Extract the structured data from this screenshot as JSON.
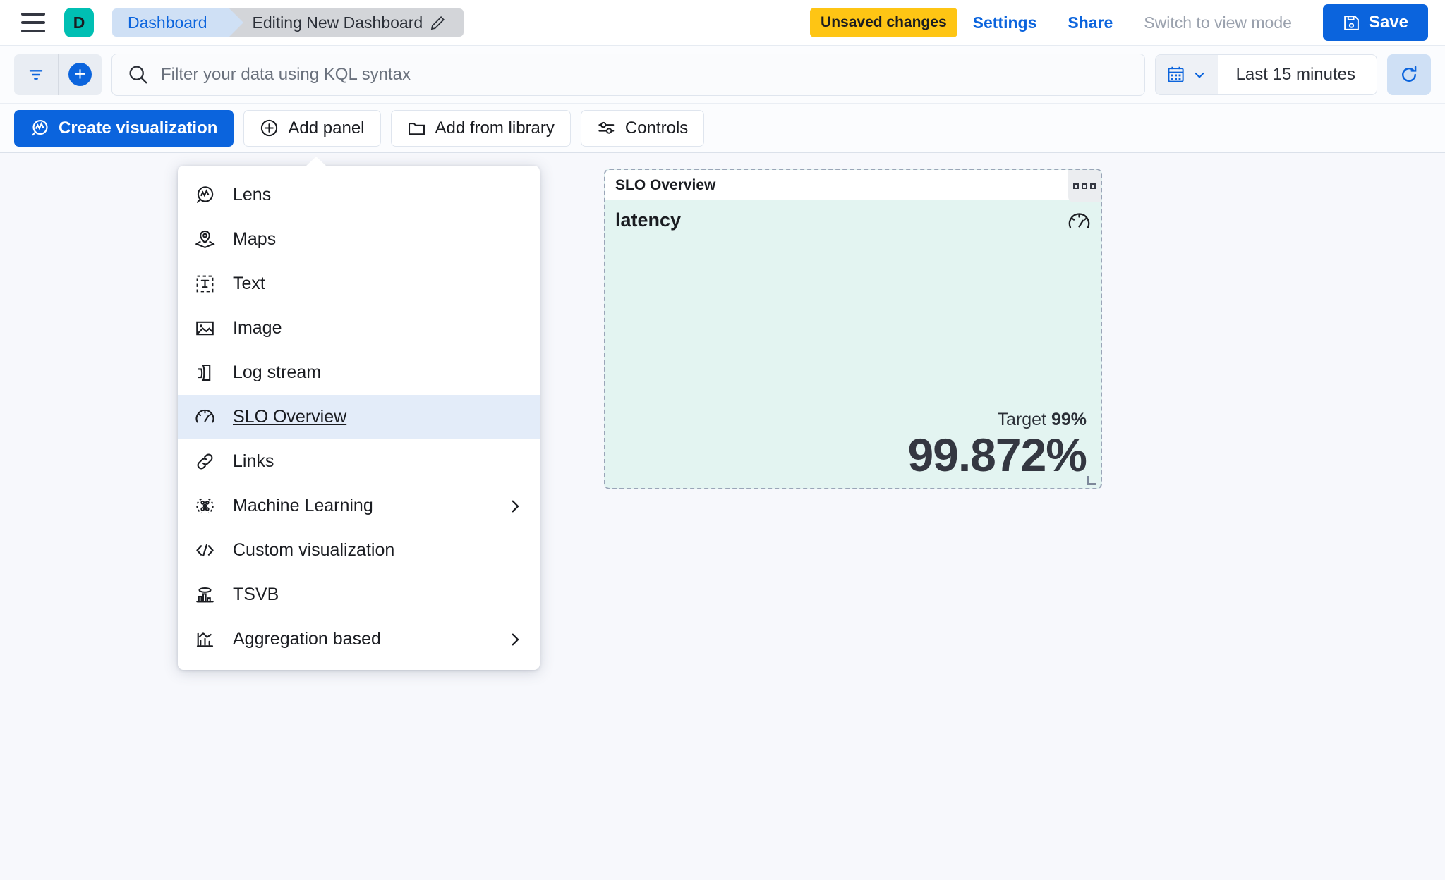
{
  "header": {
    "menu_icon": "hamburger-icon",
    "avatar_letter": "D",
    "breadcrumbs": [
      {
        "label": "Dashboard"
      },
      {
        "label": "Editing New Dashboard",
        "icon": "pencil-icon"
      }
    ],
    "unsaved_badge": "Unsaved changes",
    "settings_label": "Settings",
    "share_label": "Share",
    "view_mode_label": "Switch to view mode",
    "save_label": "Save",
    "save_icon": "save-disk-icon"
  },
  "querybar": {
    "filter_icon": "filter-icon",
    "add_filter_icon": "plus-circle-icon",
    "search_icon": "search-icon",
    "placeholder": "Filter your data using KQL syntax",
    "value": "",
    "calendar_icon": "calendar-icon",
    "chevron_icon": "chevron-down-icon",
    "time_range": "Last 15 minutes",
    "refresh_icon": "refresh-icon"
  },
  "toolbar": {
    "create_visualization": "Create visualization",
    "add_panel": "Add panel",
    "add_from_library": "Add from library",
    "controls": "Controls"
  },
  "add_panel_menu": {
    "items": [
      {
        "label": "Lens",
        "icon": "lens-icon",
        "submenu": false,
        "selected": false
      },
      {
        "label": "Maps",
        "icon": "maps-icon",
        "submenu": false,
        "selected": false
      },
      {
        "label": "Text",
        "icon": "text-icon",
        "submenu": false,
        "selected": false
      },
      {
        "label": "Image",
        "icon": "image-icon",
        "submenu": false,
        "selected": false
      },
      {
        "label": "Log stream",
        "icon": "logstream-icon",
        "submenu": false,
        "selected": false
      },
      {
        "label": "SLO Overview",
        "icon": "gauge-icon",
        "submenu": false,
        "selected": true
      },
      {
        "label": "Links",
        "icon": "link-icon",
        "submenu": false,
        "selected": false
      },
      {
        "label": "Machine Learning",
        "icon": "ml-icon",
        "submenu": true,
        "selected": false
      },
      {
        "label": "Custom visualization",
        "icon": "code-icon",
        "submenu": false,
        "selected": false
      },
      {
        "label": "TSVB",
        "icon": "tsvb-icon",
        "submenu": false,
        "selected": false
      },
      {
        "label": "Aggregation based",
        "icon": "agg-icon",
        "submenu": true,
        "selected": false
      }
    ]
  },
  "slo_panel": {
    "panel_title": "SLO Overview",
    "context_menu_icon": "panel-context-menu-icon",
    "slo_name": "latency",
    "gauge_icon": "gauge-icon",
    "target_label": "Target",
    "target_value": "99%",
    "current_value": "99.872%",
    "resize_handle": "resize-handle-icon"
  },
  "colors": {
    "brand_blue": "#0b64dd",
    "avatar_teal": "#00bfb3",
    "warning_yellow": "#fec514",
    "panel_mint": "#e3f4f1",
    "menu_selected": "#e3ecf9"
  }
}
